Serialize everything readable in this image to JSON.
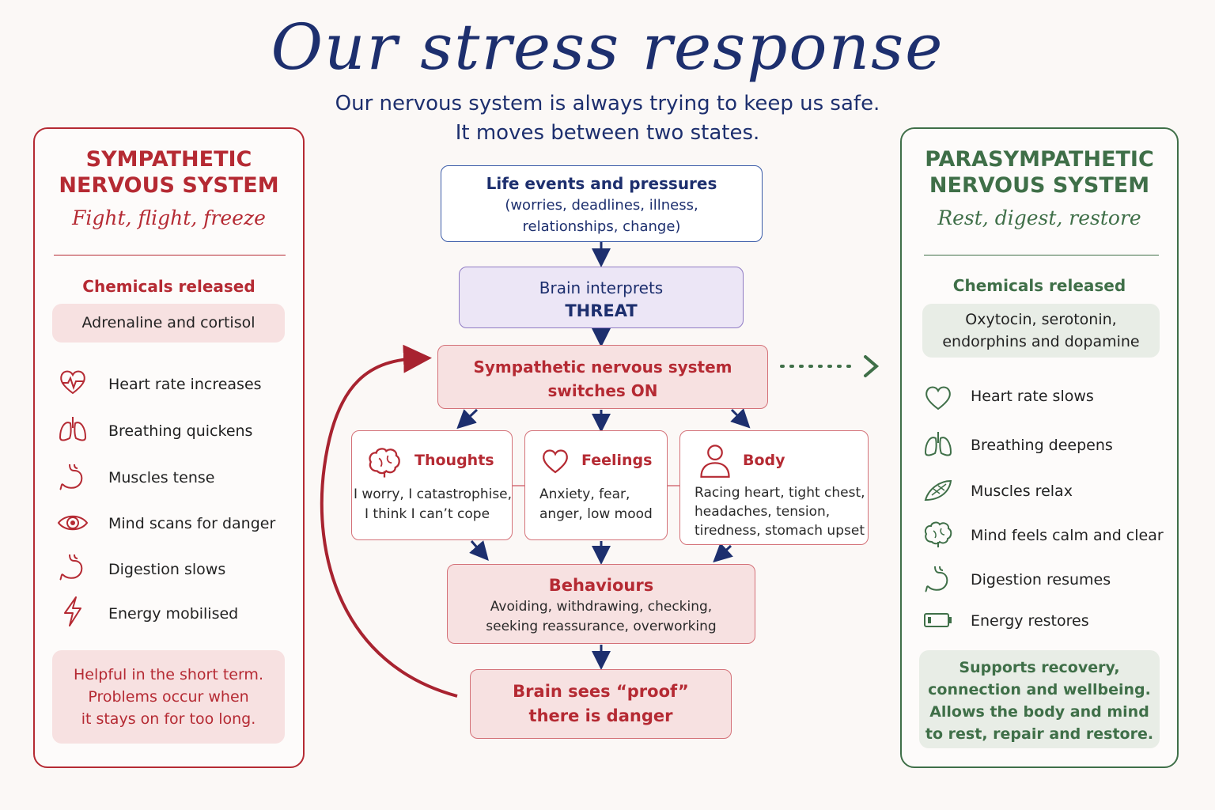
{
  "title": "Our stress response",
  "subtitle": [
    "Our nervous system is always trying to keep us safe.",
    "It moves between two states."
  ],
  "colors": {
    "navy": "#1d2f6e",
    "red": "#b52a33",
    "green": "#3f6f48",
    "purple": "#ece6f6",
    "pink": "#f7e1e1"
  },
  "sympathetic": {
    "heading": [
      "SYMPATHETIC",
      "NERVOUS SYSTEM"
    ],
    "tagline": "Fight, flight, freeze",
    "chemicals_heading": "Chemicals released",
    "chemicals": "Adrenaline and cortisol",
    "items": [
      {
        "icon": "heart-rate-icon",
        "label": "Heart rate increases"
      },
      {
        "icon": "lungs-icon",
        "label": "Breathing quickens"
      },
      {
        "icon": "stomach-icon",
        "label": "Muscles tense"
      },
      {
        "icon": "eye-icon",
        "label": "Mind scans for danger"
      },
      {
        "icon": "stomach-icon",
        "label": "Digestion slows"
      },
      {
        "icon": "lightning-icon",
        "label": "Energy mobilised"
      }
    ],
    "note": [
      "Helpful in the short term.",
      "Problems occur when",
      "it stays on for too long."
    ]
  },
  "parasympathetic": {
    "heading": [
      "PARASYMPATHETIC",
      "NERVOUS SYSTEM"
    ],
    "tagline": "Rest, digest, restore",
    "chemicals_heading": "Chemicals released",
    "chemicals": [
      "Oxytocin, serotonin,",
      "endorphins and dopamine"
    ],
    "items": [
      {
        "icon": "heart-icon",
        "label": "Heart rate slows"
      },
      {
        "icon": "lungs-icon",
        "label": "Breathing deepens"
      },
      {
        "icon": "muscle-icon",
        "label": "Muscles relax"
      },
      {
        "icon": "brain-icon",
        "label": "Mind feels calm and clear"
      },
      {
        "icon": "stomach-icon",
        "label": "Digestion resumes"
      },
      {
        "icon": "battery-icon",
        "label": "Energy restores"
      }
    ],
    "note": [
      "Supports recovery,",
      "connection and wellbeing.",
      "Allows the body and mind",
      "to rest, repair and restore."
    ]
  },
  "flow": {
    "life_events": {
      "title": "Life events and pressures",
      "lines": [
        "(worries, deadlines, illness,",
        "relationships, change)"
      ]
    },
    "brain": {
      "line1": "Brain interprets",
      "line2": "THREAT"
    },
    "switch": {
      "line1": "Sympathetic nervous system",
      "line2": "switches ON"
    },
    "thoughts": {
      "title": "Thoughts",
      "lines": [
        "I worry, I catastrophise,",
        "I think I can’t cope"
      ]
    },
    "feelings": {
      "title": "Feelings",
      "lines": [
        "Anxiety, fear,",
        "anger, low mood"
      ]
    },
    "body": {
      "title": "Body",
      "lines": [
        "Racing heart, tight chest,",
        "headaches, tension,",
        "tiredness, stomach upset"
      ]
    },
    "behaviours": {
      "title": "Behaviours",
      "lines": [
        "Avoiding, withdrawing, checking,",
        "seeking reassurance, overworking"
      ]
    },
    "proof": {
      "line1": "Brain sees “proof”",
      "line2": "there is danger"
    }
  }
}
